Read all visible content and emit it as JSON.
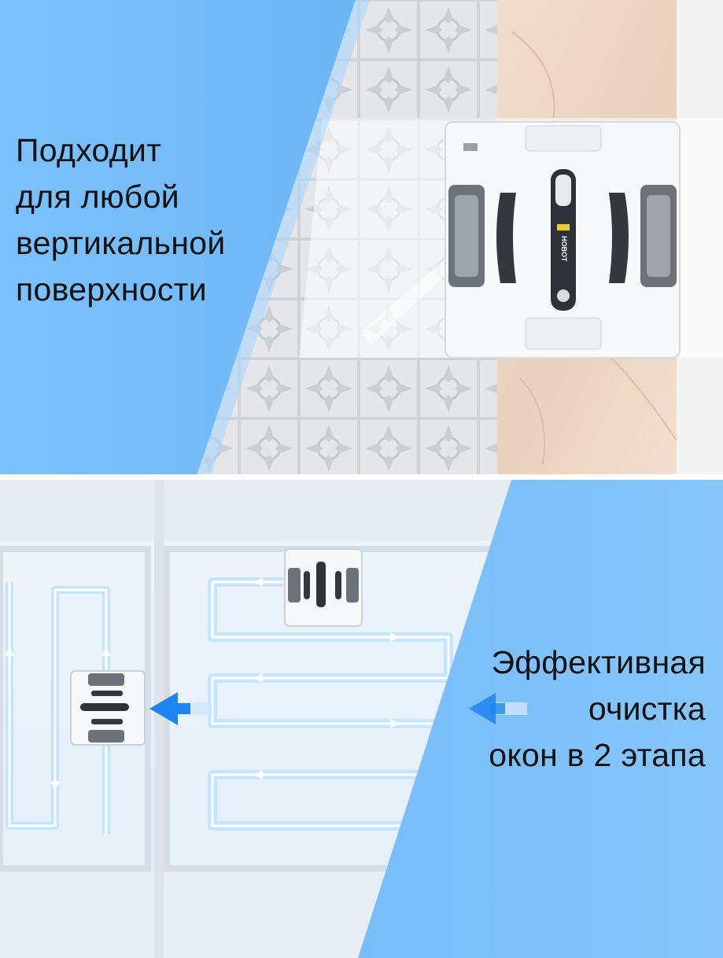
{
  "top_panel": {
    "caption_lines": [
      "Подходит",
      "для любой",
      "вертикальной",
      "поверхности"
    ],
    "device_brand": "HOBOT"
  },
  "bottom_panel": {
    "caption_lines": [
      "Эффективная",
      "очистка",
      "окон в 2 этапа"
    ]
  },
  "colors": {
    "accent_blue": "#5fb0f5",
    "panel_blue": "#7fc2fb",
    "arrow_blue": "#1e84f0"
  },
  "icons": [
    "robot-window-cleaner-icon",
    "arrow-left-icon",
    "path-arrow-icon"
  ]
}
